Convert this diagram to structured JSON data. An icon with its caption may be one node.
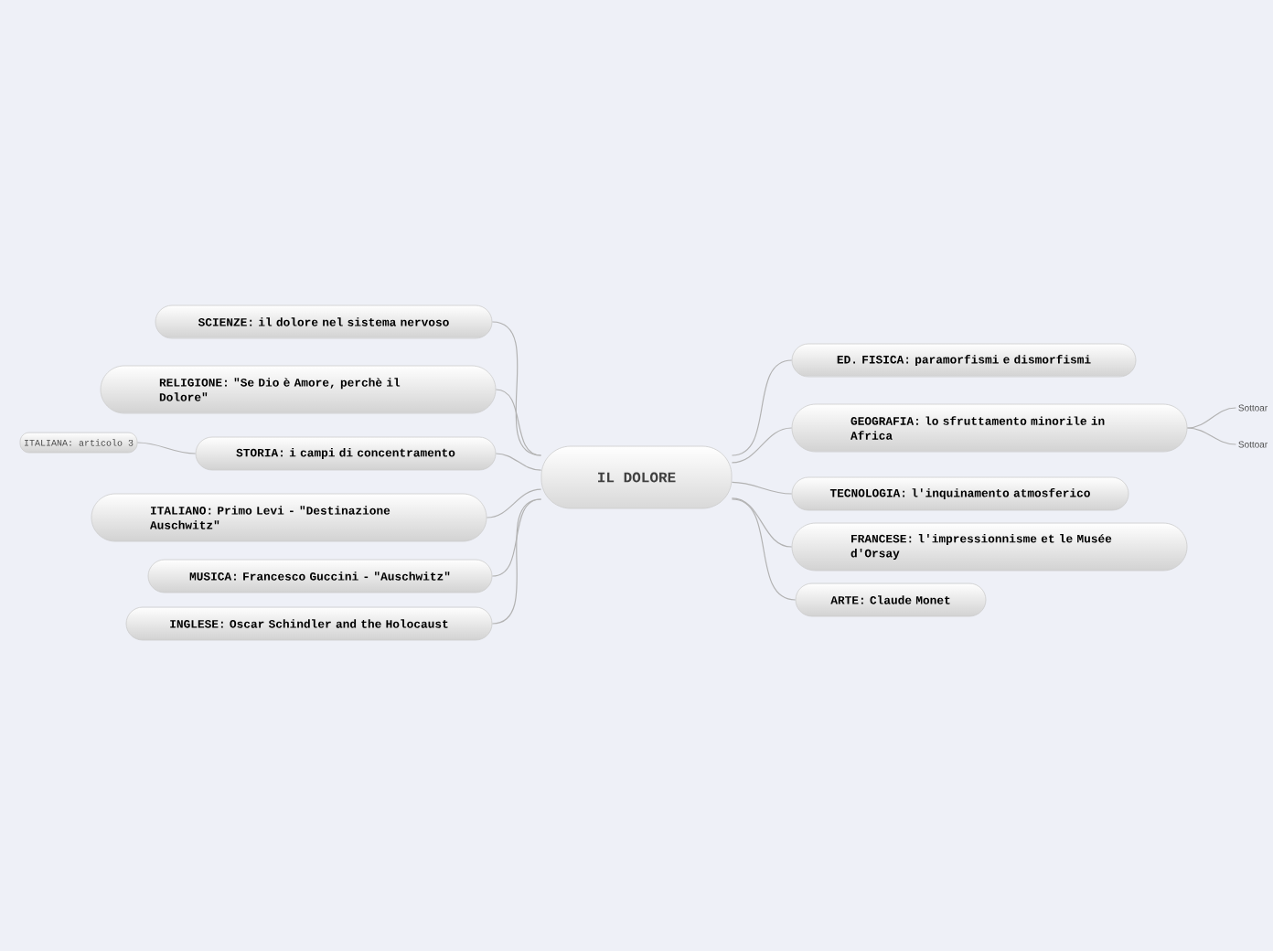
{
  "diagram": {
    "nodes": [
      {
        "text": [
          "IL DOLORE"
        ]
      },
      {
        "text": [
          "SCIENZE: il dolore nel sistema nervoso"
        ]
      },
      {
        "text": [
          "RELIGIONE: \"Se Dio è Amore, perchè il Dolore\""
        ]
      },
      {
        "text": [
          "STORIA: i campi di concentramento"
        ]
      },
      {
        "text": [
          "ITALIANA: articolo 3"
        ]
      },
      {
        "text": [
          "ITALIANO: Primo Levi - \"Destinazione Auschwitz\""
        ]
      },
      {
        "text": [
          "MUSICA: Francesco Guccini - \"Auschwitz\""
        ]
      },
      {
        "text": [
          "INGLESE: Oscar Schindler and the Holocaust"
        ]
      },
      {
        "text": [
          "ED. FISICA: paramorfismi e dismorfismi"
        ]
      },
      {
        "text": [
          "GEOGRAFIA: lo sfruttamento minorile in Africa"
        ]
      },
      {
        "text": [
          "Sottoar"
        ]
      },
      {
        "text": [
          "Sottoar"
        ]
      },
      {
        "text": [
          "TECNOLOGIA: l'inquinamento atmosferico"
        ]
      },
      {
        "text": [
          "FRANCESE: l'impressionnisme et le Musée d'Orsay"
        ]
      },
      {
        "text": [
          "ARTE: Claude Monet"
        ]
      }
    ],
    "edges": [
      {
        "from": 0,
        "to": 1,
        "arrow": "none"
      },
      {
        "from": 0,
        "to": 2,
        "arrow": "none"
      },
      {
        "from": 0,
        "to": 3,
        "arrow": "none"
      },
      {
        "from": 3,
        "to": 4,
        "arrow": "none"
      },
      {
        "from": 0,
        "to": 5,
        "arrow": "none"
      },
      {
        "from": 0,
        "to": 6,
        "arrow": "none"
      },
      {
        "from": 0,
        "to": 7,
        "arrow": "none"
      },
      {
        "from": 0,
        "to": 8,
        "arrow": "none"
      },
      {
        "from": 0,
        "to": 9,
        "arrow": "none"
      },
      {
        "from": 9,
        "to": 10,
        "arrow": "none"
      },
      {
        "from": 9,
        "to": 11,
        "arrow": "none"
      },
      {
        "from": 0,
        "to": 12,
        "arrow": "none"
      },
      {
        "from": 0,
        "to": 13,
        "arrow": "none"
      },
      {
        "from": 0,
        "to": 14,
        "arrow": "none"
      }
    ]
  }
}
